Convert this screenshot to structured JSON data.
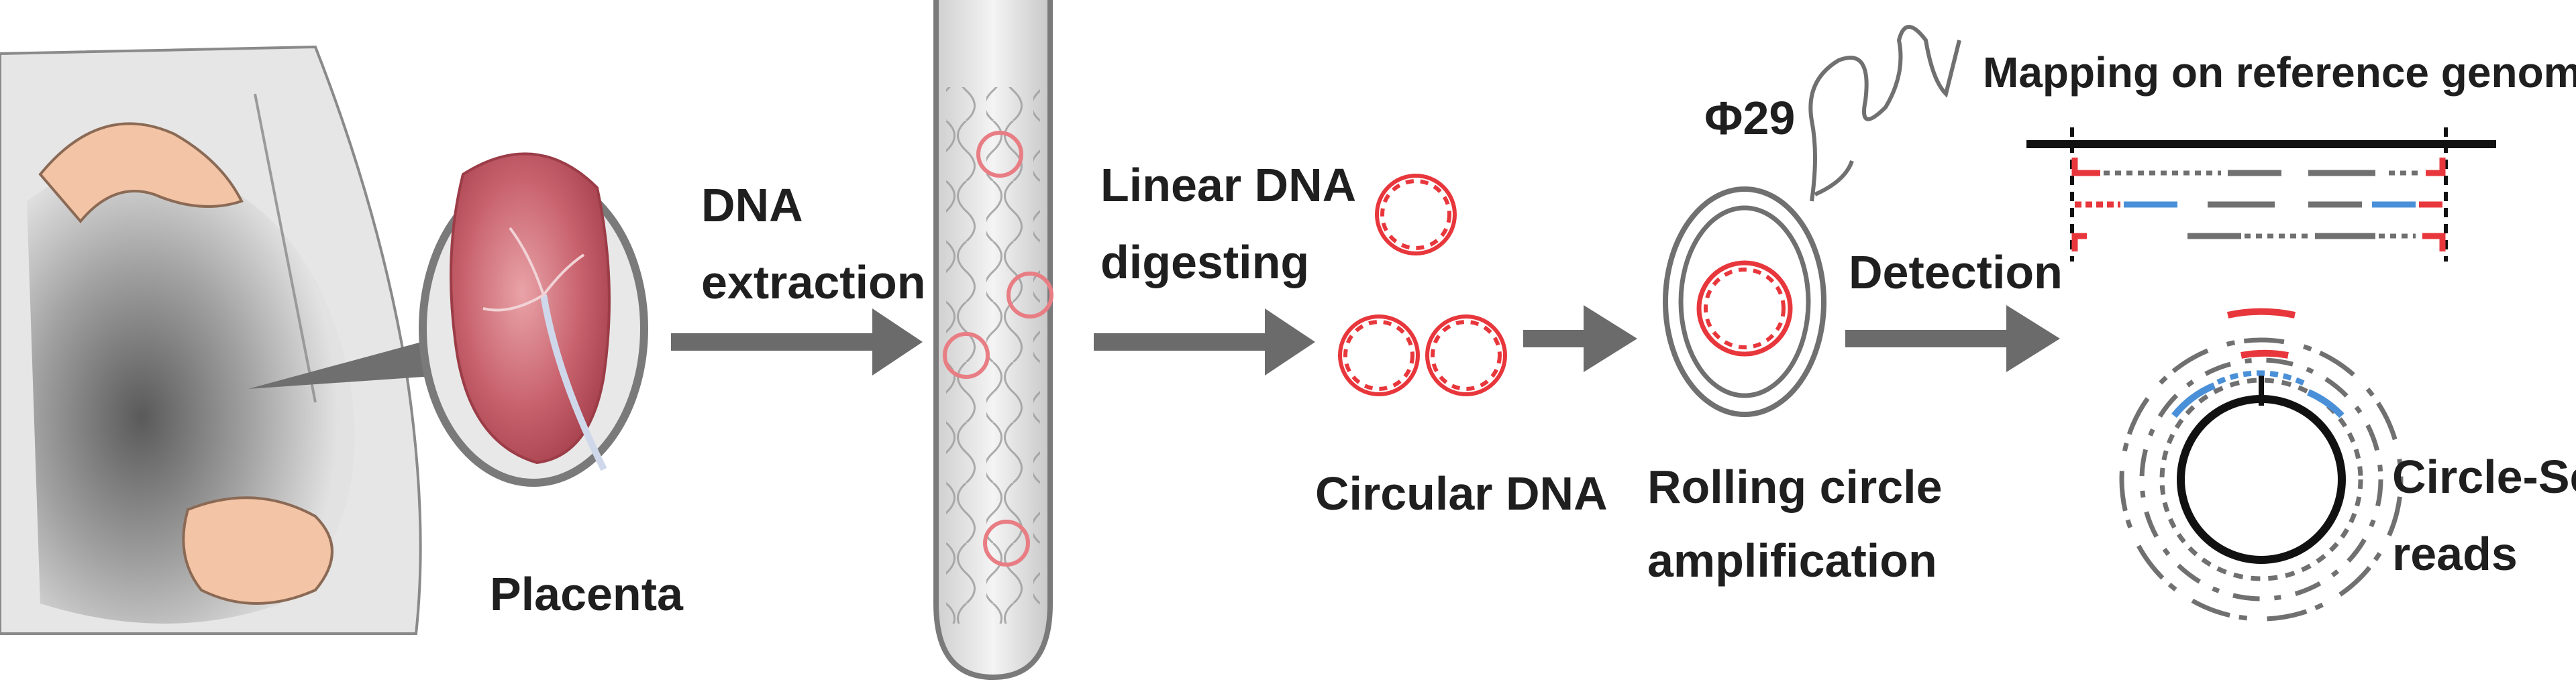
{
  "labels": {
    "placenta": "Placenta",
    "dna_extraction_1": "DNA",
    "dna_extraction_2": "extraction",
    "linear_dna_1": "Linear DNA",
    "linear_dna_2": "digesting",
    "circular_dna": "Circular DNA",
    "phi29": "Φ29",
    "rolling_1": "Rolling circle",
    "rolling_2": "amplification",
    "detection": "Detection",
    "mapping": "Mapping on reference  genome",
    "reads_1": "Circle-Seq",
    "reads_2": "reads"
  },
  "colors": {
    "arrow": "#6b6b6b",
    "dna_red": "#e8373c",
    "read_blue": "#4a90d9",
    "read_gray": "#707070",
    "text": "#1f1f1f"
  }
}
